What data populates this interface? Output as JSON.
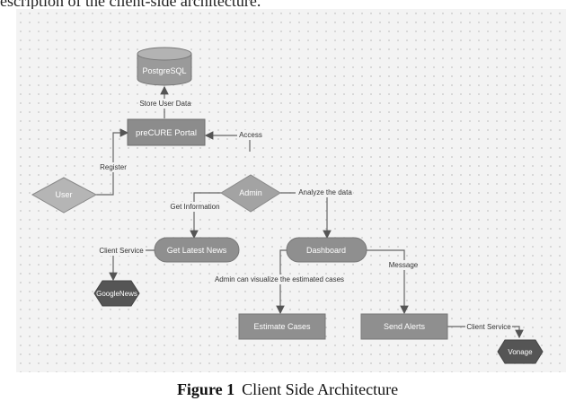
{
  "header_text": "escription of the client-side architecture.",
  "caption": {
    "label": "Figure 1",
    "text": "Client Side Architecture"
  },
  "nodes": {
    "postgres": "PostgreSQL",
    "portal": "preCURE Portal",
    "user": "User",
    "admin": "Admin",
    "news": "Get Latest News",
    "dashboard": "Dashboard",
    "googlenews": "GoogleNews",
    "estimate": "Estimate Cases",
    "alerts": "Send Alerts",
    "vonage": "Vonage"
  },
  "edges": {
    "store": "Store User Data",
    "access": "Access",
    "register": "Register",
    "get_info": "Get Information",
    "analyze": "Analyze the data",
    "client_service_news": "Client Service",
    "admin_visualize": "Admin can visualize the estimated cases",
    "message": "Message",
    "client_service_vonage": "Client Service"
  },
  "colors": {
    "node_fill": "#9a9a9a",
    "dark_node_fill": "#555555",
    "edge": "#555555",
    "canvas": "#f3f3f3"
  }
}
